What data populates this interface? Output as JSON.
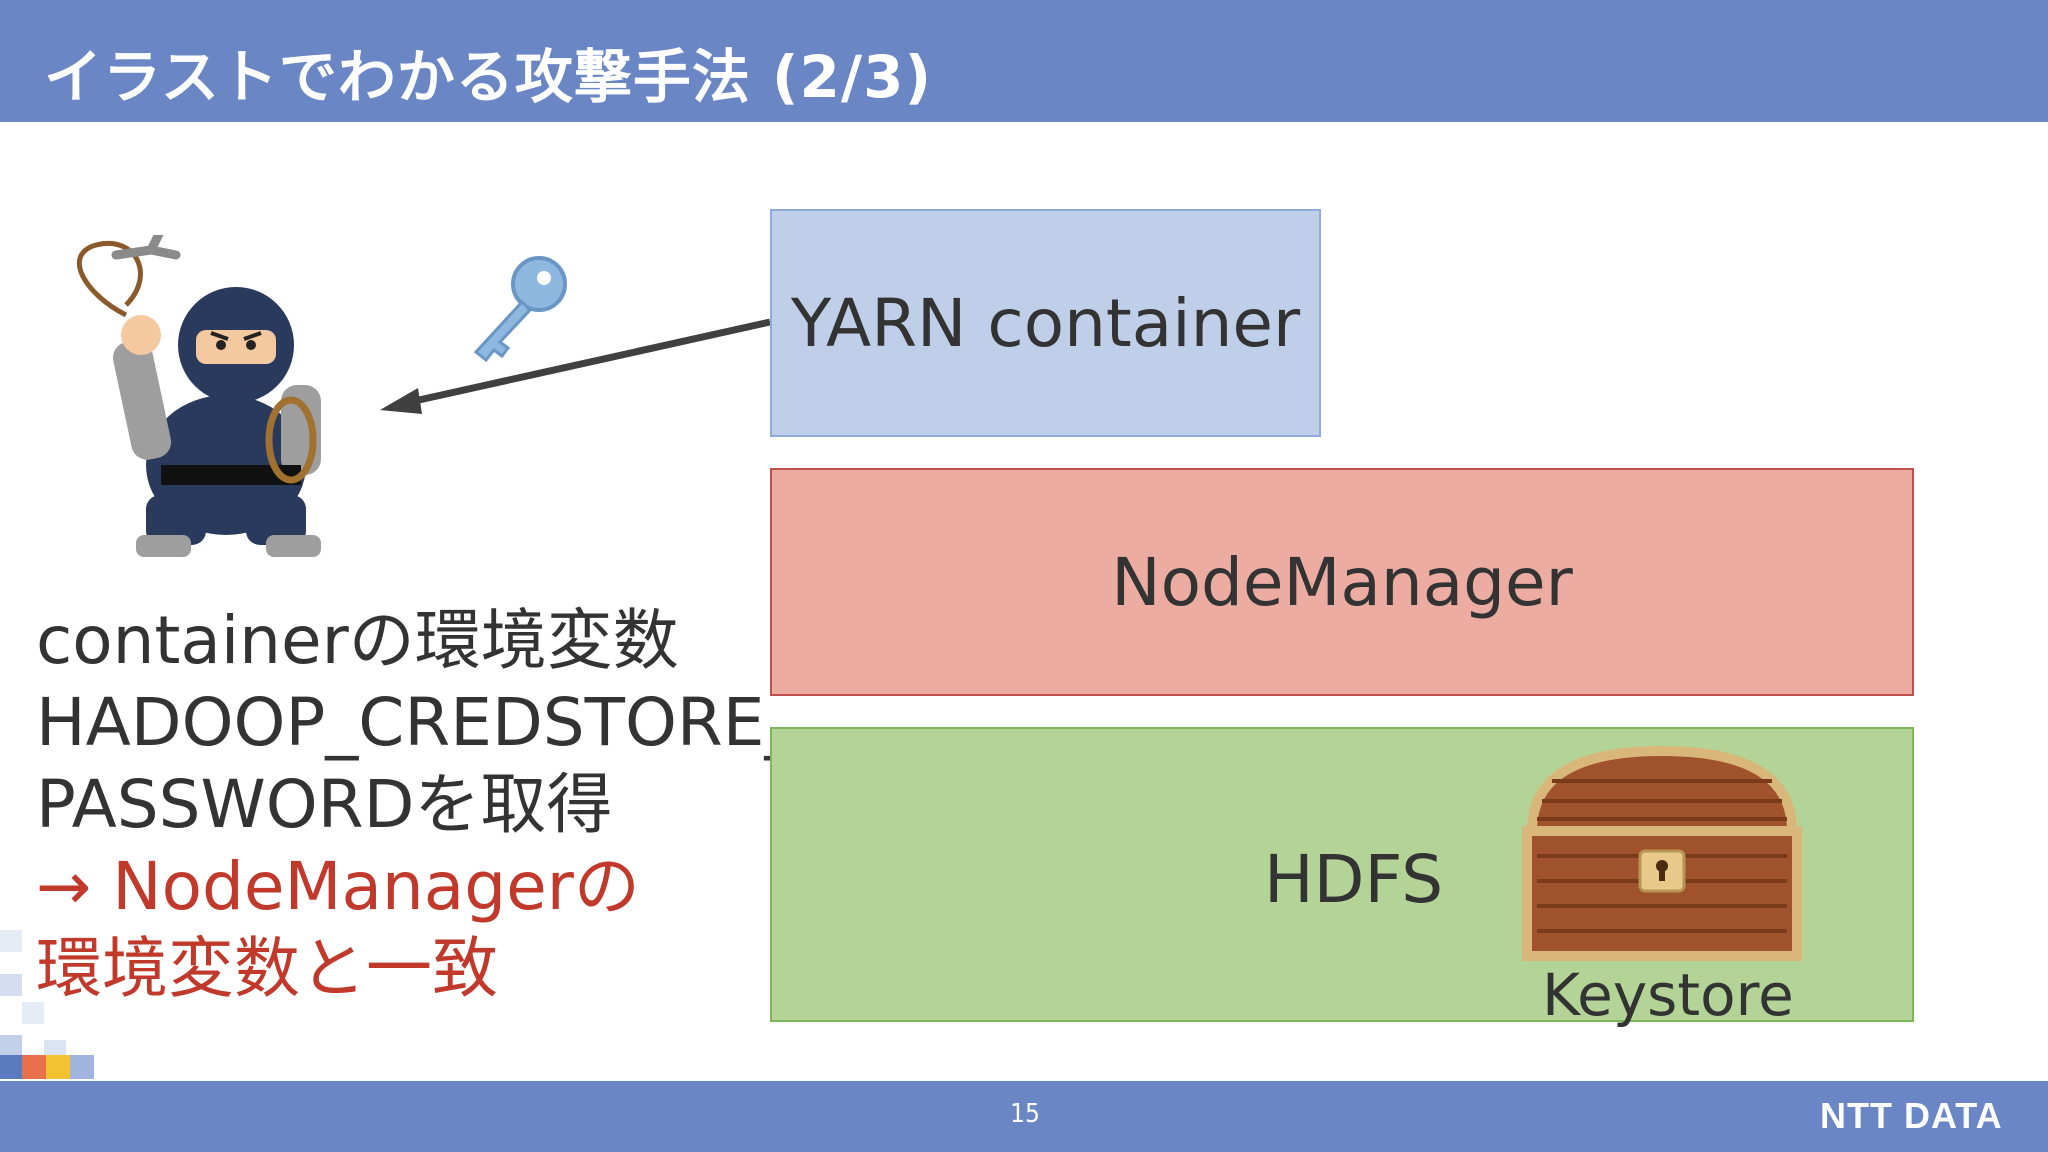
{
  "slide": {
    "title": "イラストでわかる攻撃手法 (2/3)",
    "page_number": "15",
    "logo": "NTT DATA"
  },
  "diagram": {
    "yarn_container": "YARN container",
    "node_manager": "NodeManager",
    "hdfs": "HDFS",
    "keystore": "Keystore"
  },
  "description": {
    "line1": "containerの環境変数",
    "line2": "HADOOP_CREDSTORE_",
    "line3": "PASSWORDを取得",
    "line4": "→ NodeManagerの",
    "line5": "環境変数と一致"
  },
  "colors": {
    "header": "#6a86c4",
    "yarn_fill": "#c0cfe9",
    "nodemanager_fill": "#ecaca1",
    "hdfs_fill": "#b4d397",
    "highlight_text": "#c0392b"
  },
  "icons": [
    "ninja-icon",
    "key-icon",
    "treasure-chest-icon",
    "arrow-left-icon"
  ]
}
